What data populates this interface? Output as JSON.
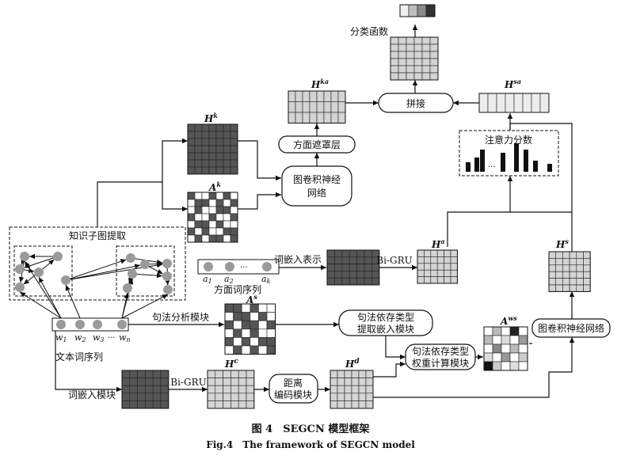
{
  "figure": {
    "caption_cn": "图 4　SEGCN 模型框架",
    "caption_en": "Fig.4　The framework of SEGCN model"
  },
  "nodes": {
    "softmax": "分类函数",
    "concat": "拼接",
    "aspect_mask": "方面遮罩层",
    "gcn_top_line1": "图卷积神经",
    "gcn_top_line2": "网络",
    "attention": "注意力分数",
    "knowledge_subgraph": "知识子图提取",
    "word_embed_repr": "词嵌入表示",
    "bigru_top": "Bi-GRU",
    "aspect_seq": "方面词序列",
    "syntax_parse": "句法分析模块",
    "dep_type_embed_line1": "句法依存类型",
    "dep_type_embed_line2": "提取嵌入模块",
    "dep_weight_line1": "句法依存类型",
    "dep_weight_line2": "权重计算模块",
    "gcn_bottom": "图卷积神经网络",
    "text_seq": "文本词序列",
    "word_embed_module": "词嵌入模块",
    "bigru_bottom": "Bi-GRU",
    "distance_line1": "距离",
    "distance_line2": "编码模块"
  },
  "matrix_labels": {
    "Hk": "H",
    "Hk_sup": "k",
    "Ak": "A",
    "Ak_sup": "k",
    "Hka": "H",
    "Hka_sup": "ka",
    "Hsa": "H",
    "Hsa_sup": "sa",
    "Ha": "H",
    "Ha_sup": "a",
    "Hs": "H",
    "Hs_sup": "s",
    "As": "A",
    "As_sup": "s",
    "Aws": "A",
    "Aws_sup": "ws",
    "Hc": "H",
    "Hc_sup": "c",
    "Hd": "H",
    "Hd_sup": "d"
  },
  "aspect_tokens": [
    "a",
    "1",
    "a",
    "2",
    "···",
    "a",
    "k"
  ],
  "text_tokens": [
    "w",
    "1",
    "w",
    "2",
    "w",
    "3",
    "···",
    "w",
    "n"
  ],
  "ellipsis": "···"
}
